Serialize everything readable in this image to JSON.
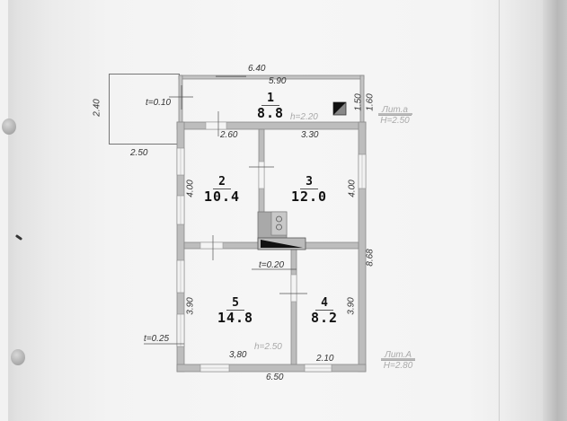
{
  "document": {
    "type": "floor-plan",
    "building_labels": [
      {
        "name": "Лит.а",
        "height": "H=2.50"
      },
      {
        "name": "Лит.А",
        "height": "H=2.80"
      }
    ]
  },
  "rooms": [
    {
      "number": "1",
      "area": "8.8"
    },
    {
      "number": "2",
      "area": "10.4"
    },
    {
      "number": "3",
      "area": "12.0"
    },
    {
      "number": "4",
      "area": "8.2"
    },
    {
      "number": "5",
      "area": "14.8"
    }
  ],
  "dimensions": {
    "top_outer": "6.40",
    "room1_width": "5.90",
    "room1_depth_inner": "1.50",
    "room1_depth_outer": "1.60",
    "porch_depth": "2.40",
    "porch_width": "2.50",
    "room2_width": "2.60",
    "room3_width": "3.30",
    "room2_depth": "4.00",
    "room3_depth": "4.00",
    "total_length": "8.68",
    "room5_depth": "3.90",
    "room4_depth": "3.90",
    "room5_width": "3,80",
    "room4_width": "2.10",
    "bottom_outer": "6.50"
  },
  "annotations": {
    "wall_porch": "t=0.10",
    "wall_interior": "t=0.20",
    "wall_exterior": "t=0.25",
    "ceiling_room1": "h=2.20",
    "ceiling_main": "h=2.50"
  },
  "colors": {
    "wall_fill": "#bdbdbd",
    "wall_stroke": "#8a8a8a",
    "paper": "#f5f5f5",
    "stove_dark": "#111111"
  }
}
